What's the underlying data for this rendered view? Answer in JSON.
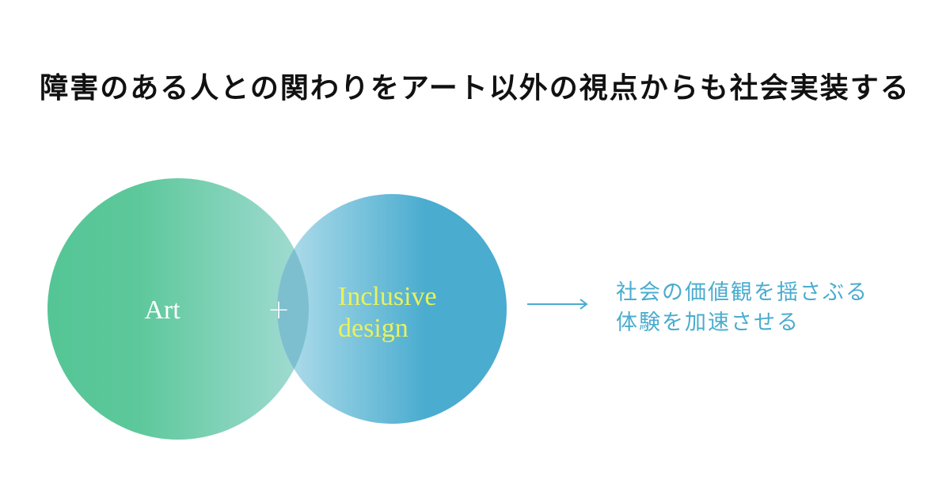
{
  "headline": "障害のある人との関わりをアート以外の視点からも社会実装する",
  "venn": {
    "left_label": "Art",
    "operator": "+",
    "right_label_line1": "Inclusive",
    "right_label_line2": "design"
  },
  "result": {
    "line1": "社会の価値観を揺さぶる",
    "line2": "体験を加速させる"
  },
  "colors": {
    "headline_text": "#111111",
    "left_circle_start": "#55c596",
    "left_circle_end": "#a4dcd5",
    "right_circle_start": "#b5dfec",
    "right_circle_end": "#4aaccf",
    "overlap": "#7dbfcf",
    "white_text": "#ffffff",
    "highlight_text": "#e9f25a",
    "accent": "#4aaccf"
  }
}
